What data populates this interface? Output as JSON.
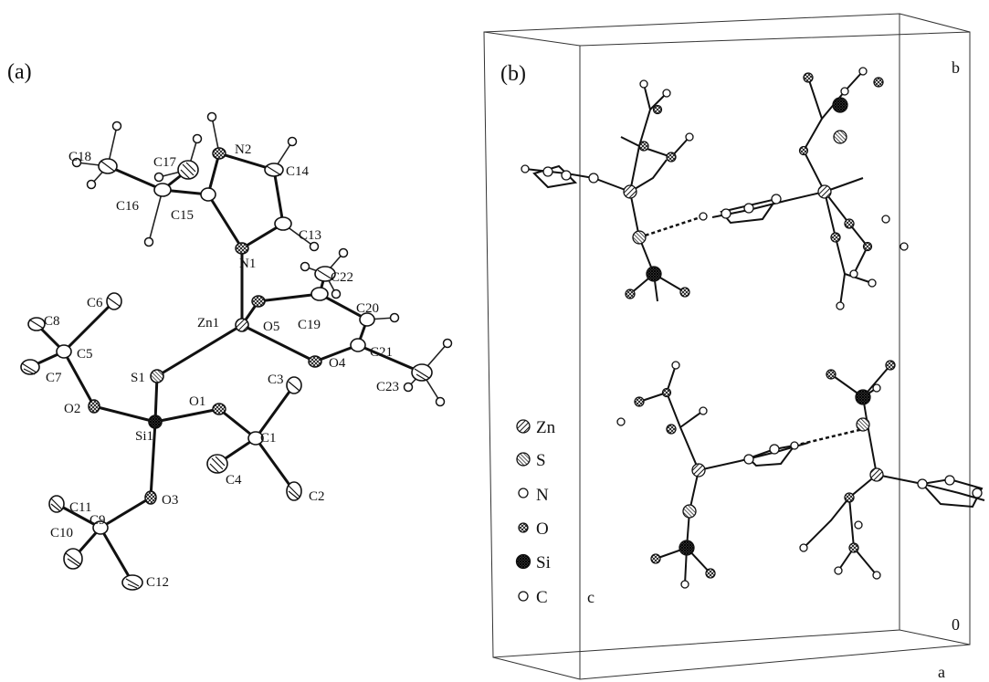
{
  "panels": {
    "a": {
      "label": "(a)"
    },
    "b": {
      "label": "(b)"
    }
  },
  "atoms": {
    "Zn1": "Zn1",
    "S1": "S1",
    "Si1": "Si1",
    "O1": "O1",
    "O2": "O2",
    "O3": "O3",
    "O4": "O4",
    "O5": "O5",
    "N1": "N1",
    "N2": "N2",
    "C1": "C1",
    "C2": "C2",
    "C3": "C3",
    "C4": "C4",
    "C5": "C5",
    "C6": "C6",
    "C7": "C7",
    "C8": "C8",
    "C9": "C9",
    "C10": "C10",
    "C11": "C11",
    "C12": "C12",
    "C13": "C13",
    "C14": "C14",
    "C15": "C15",
    "C16": "C16",
    "C17": "C17",
    "C18": "C18",
    "C19": "C19",
    "C20": "C20",
    "C21": "C21",
    "C22": "C22",
    "C23": "C23"
  },
  "legend": [
    {
      "symbol": "Zn",
      "pattern": "zn"
    },
    {
      "symbol": "S",
      "pattern": "s"
    },
    {
      "symbol": "N",
      "pattern": "n"
    },
    {
      "symbol": "O",
      "pattern": "o"
    },
    {
      "symbol": "Si",
      "pattern": "si"
    },
    {
      "symbol": "C",
      "pattern": "c"
    }
  ],
  "axes": {
    "a": "a",
    "b": "b",
    "c": "c",
    "origin": "0"
  }
}
